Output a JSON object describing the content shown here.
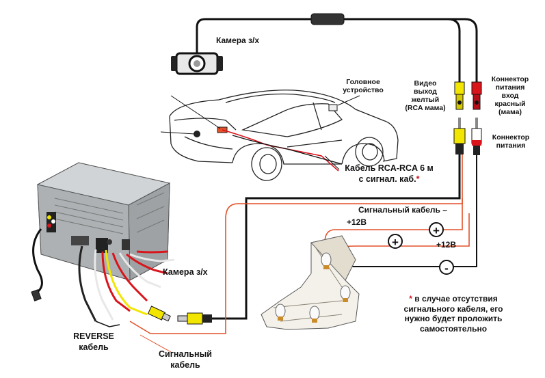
{
  "labels": {
    "camera_top": "Камера з/х",
    "head_unit": [
      "Головное",
      "устройство"
    ],
    "video_out": [
      "Видео",
      "выход",
      "желтый",
      "(RCA мама)"
    ],
    "power_in": [
      "Коннектор",
      "питания",
      "вход",
      "красный",
      "(мама)"
    ],
    "power_conn": [
      "Коннектор",
      "питания"
    ],
    "rca_cable_1": "Кабель RCA-RCA 6 м",
    "rca_cable_2": "с сигнал. каб.",
    "rca_cable_star": "*",
    "signal_cable_right": "Сигнальный кабель –",
    "plus12_left": "+12В",
    "plus12_right": "+12В",
    "plus_sign": "+",
    "minus_sign": "-",
    "camera_bottom": "Камера з/х",
    "reverse_1": "REVERSE",
    "reverse_2": "кабель",
    "signal_bottom_1": "Сигнальный",
    "signal_bottom_2": "кабель",
    "note_star": "*",
    "note_1": "в случае отсутствия",
    "note_2": "сигнального кабеля, его",
    "note_3": "нужно будет проложить",
    "note_4": "самостоятельно"
  },
  "colors": {
    "wire_black": "#111111",
    "wire_red": "#e2512a",
    "rca_yellow": "#f2e600",
    "rca_red": "#d9141b",
    "accent_star": "#d0141a"
  }
}
